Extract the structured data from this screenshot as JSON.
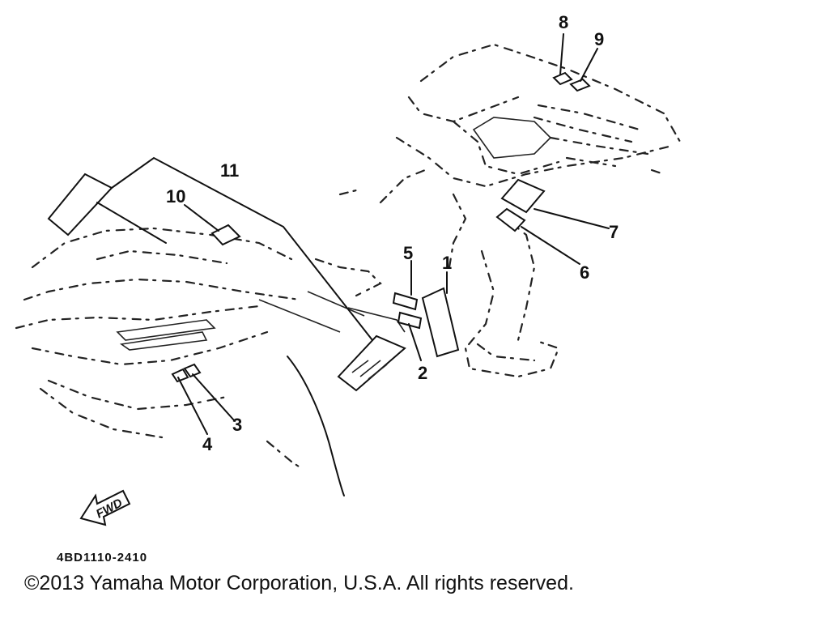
{
  "diagram": {
    "callouts": [
      "1",
      "2",
      "3",
      "4",
      "5",
      "6",
      "7",
      "8",
      "9",
      "10",
      "11"
    ],
    "direction_arrow": {
      "label": "FWD",
      "icon": "fwd-arrow-icon"
    },
    "drawing_code": "4BD1110-2410"
  },
  "footer": {
    "copyright": "©2013 Yamaha Motor Corporation, U.S.A. All rights reserved."
  }
}
